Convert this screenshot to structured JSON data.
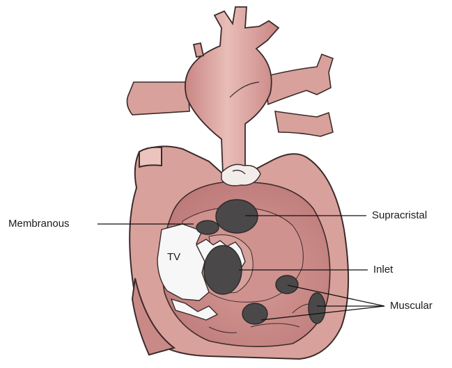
{
  "labels": {
    "membranous": "Membranous",
    "supracristal": "Supracristal",
    "tv": "TV",
    "inlet": "Inlet",
    "muscular": "Muscular"
  },
  "colors": {
    "tissue": "#d9a19b",
    "tissue_light": "#ecc4be",
    "tissue_dark": "#b8716d",
    "chamber": "#c98a87",
    "outline": "#3a2a2a",
    "defect": "#4a4848",
    "valve": "#f4f4f4",
    "leader": "#111111"
  }
}
